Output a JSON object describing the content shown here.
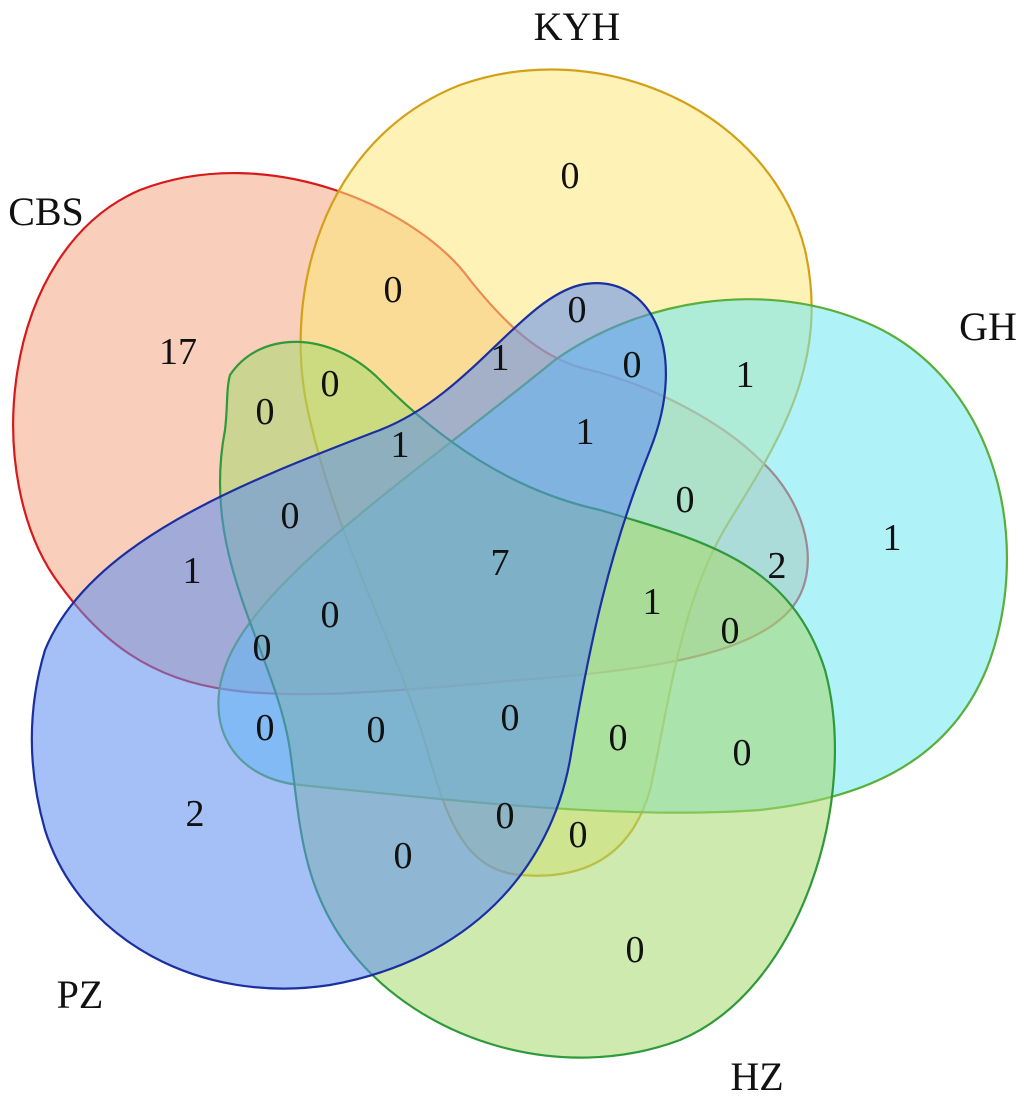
{
  "sets": [
    {
      "id": "cbs",
      "label": "CBS",
      "fill": "#f4a582",
      "stroke": "#d7191c"
    },
    {
      "id": "kyh",
      "label": "KYH",
      "fill": "#fee77a",
      "stroke": "#d4a017"
    },
    {
      "id": "gh",
      "label": "GH",
      "fill": "#6ee7f2",
      "stroke": "#5aae3a"
    },
    {
      "id": "hz",
      "label": "HZ",
      "fill": "#a6d86e",
      "stroke": "#2e9a3a"
    },
    {
      "id": "pz",
      "label": "PZ",
      "fill": "#5b8df0",
      "stroke": "#1a2fa0"
    }
  ],
  "region_counts": [
    {
      "id": "cbs-only",
      "value": "17"
    },
    {
      "id": "kyh-only",
      "value": "0"
    },
    {
      "id": "gh-only",
      "value": "1"
    },
    {
      "id": "hz-only",
      "value": "0"
    },
    {
      "id": "pz-only",
      "value": "2"
    },
    {
      "id": "r-kyh-cbs",
      "value": "0"
    },
    {
      "id": "r-kyh-cbs-pz",
      "value": "1"
    },
    {
      "id": "r-kyh-pz",
      "value": "0"
    },
    {
      "id": "r-kyh-pz-gh",
      "value": "0"
    },
    {
      "id": "r-kyh-gh",
      "value": "1"
    },
    {
      "id": "r-cbs-hz-a",
      "value": "0"
    },
    {
      "id": "r-cbs-kyh-hz",
      "value": "0"
    },
    {
      "id": "r-cbs-kyh-pz-hz",
      "value": "1"
    },
    {
      "id": "r-kyh-pz-gh-cbs",
      "value": "1"
    },
    {
      "id": "r-cbs-gh-kyh",
      "value": "0"
    },
    {
      "id": "r-cbs-gh",
      "value": "2"
    },
    {
      "id": "r-cbs-hz-pz",
      "value": "0"
    },
    {
      "id": "r-center",
      "value": "7"
    },
    {
      "id": "r-cbs-gh-hz-kyh",
      "value": "1"
    },
    {
      "id": "r-cbs-gh-hz",
      "value": "0"
    },
    {
      "id": "r-cbs-pz",
      "value": "1"
    },
    {
      "id": "r-cbs-pz-hz-gh",
      "value": "0"
    },
    {
      "id": "r-pz-gh-cbs",
      "value": "0"
    },
    {
      "id": "r-pz-gh",
      "value": "0"
    },
    {
      "id": "r-pz-gh-hz",
      "value": "0"
    },
    {
      "id": "r-pz-gh-hz-kyh",
      "value": "0"
    },
    {
      "id": "r-gh-hz-kyh",
      "value": "0"
    },
    {
      "id": "r-gh-hz",
      "value": "0"
    },
    {
      "id": "r-pz-hz",
      "value": "0"
    },
    {
      "id": "r-pz-hz-kyh",
      "value": "0"
    },
    {
      "id": "r-hz-kyh",
      "value": "0"
    }
  ]
}
